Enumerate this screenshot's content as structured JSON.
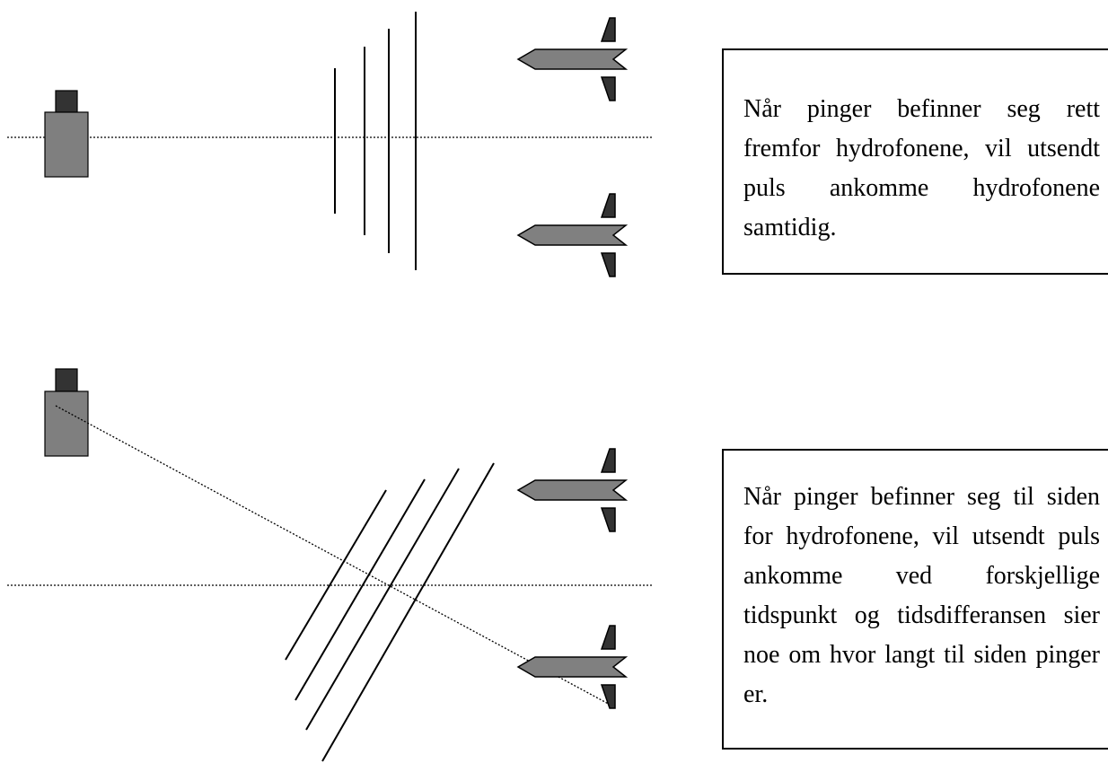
{
  "scenarios": [
    {
      "id": "straight-ahead",
      "caption": "Når pinger befinner seg rett fremfor hydrofonene, vil utsendt puls ankomme hydrofonene samtidig."
    },
    {
      "id": "to-the-side",
      "caption": "Når pinger befinner seg til siden for hydrofonene, vil utsendt puls ankomme ved forskjellige tidspunkt og tidsdifferansen sier noe om hvor langt til siden pinger er."
    }
  ],
  "colors": {
    "line": "#000000",
    "pinger_body": "#7f7f7f",
    "pinger_cap": "#333333",
    "hydrophone_body": "#808080",
    "hydrophone_fin": "#333333",
    "background": "#ffffff"
  }
}
